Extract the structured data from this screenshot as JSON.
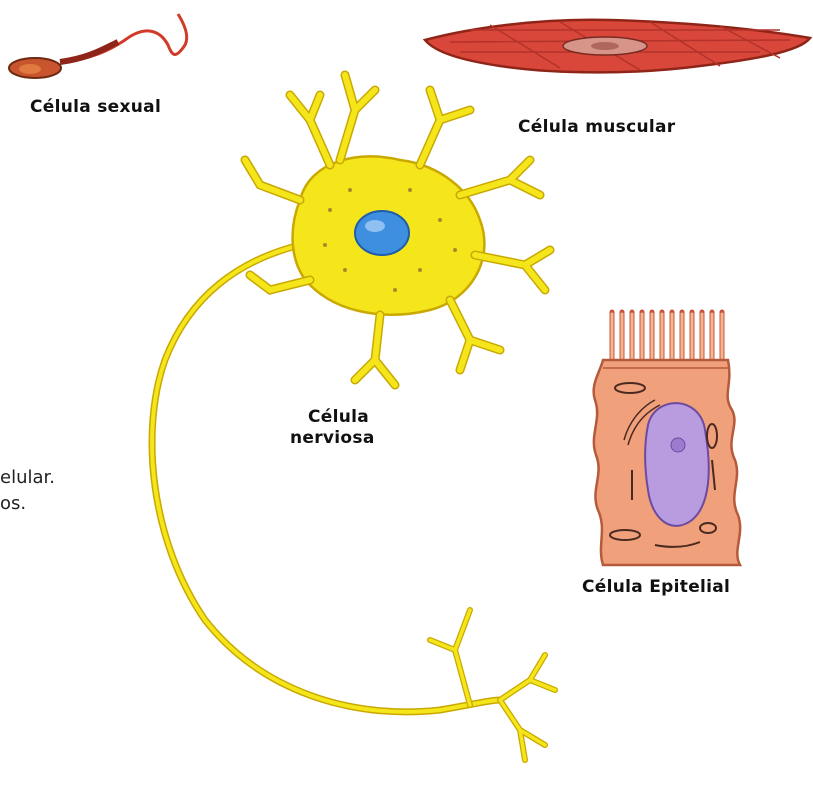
{
  "labels": {
    "sexual": "Célula sexual",
    "muscular": "Célula muscular",
    "nerviosa_line1": "Célula",
    "nerviosa_line2": "nerviosa",
    "epitelial": "Célula Epitelial"
  },
  "cut_text": {
    "line1": "elular.",
    "line2": "os."
  },
  "colors": {
    "neuron": "#f5e61c",
    "neuron_outline": "#c9a800",
    "nucleus": "#3f8fe0",
    "muscle": "#d9473a",
    "sperm": "#d23a2a",
    "epithelial": "#f0a07a",
    "epithelial_nucleus": "#b99be0"
  }
}
